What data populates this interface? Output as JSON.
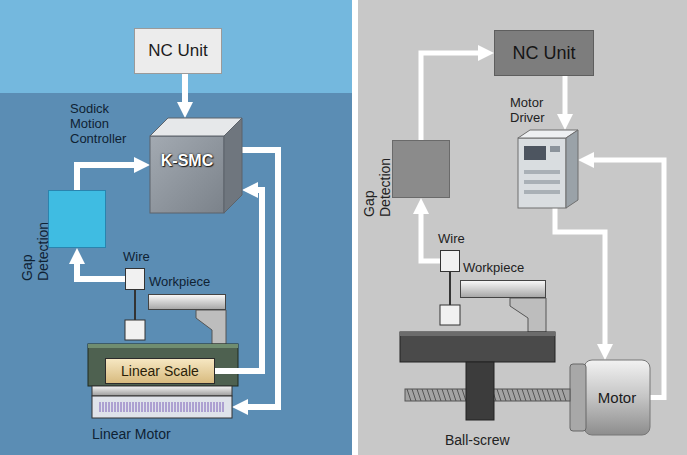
{
  "diagram": {
    "nodes": [
      {
        "text": [
          "NC Unit"
        ]
      },
      {
        "text": [
          "Sodick Motion Controller",
          "K-SMC"
        ]
      },
      {
        "text": [
          "Gap Detection"
        ]
      },
      {
        "text": [
          "Wire"
        ]
      },
      {
        "text": [
          "Workpiece"
        ]
      },
      {
        "text": [
          "Linear Scale"
        ]
      },
      {
        "text": [
          "Linear Motor"
        ]
      },
      {
        "text": [
          "NC Unit"
        ]
      },
      {
        "text": [
          "Motor Driver"
        ]
      },
      {
        "text": [
          "Gap Detection"
        ]
      },
      {
        "text": [
          "Wire"
        ]
      },
      {
        "text": [
          "Workpiece"
        ]
      },
      {
        "text": [
          "Motor"
        ]
      },
      {
        "text": [
          "Ball-screw"
        ]
      }
    ],
    "edges": [
      {
        "from": 0,
        "to": 1,
        "arrow": "to"
      },
      {
        "from": 2,
        "to": 1,
        "arrow": "to"
      },
      {
        "from": 3,
        "to": 2,
        "arrow": "to"
      },
      {
        "from": 5,
        "to": 1,
        "arrow": "to"
      },
      {
        "from": 1,
        "to": 6,
        "arrow": "to"
      },
      {
        "from": 9,
        "to": 7,
        "arrow": "to"
      },
      {
        "from": 7,
        "to": 8,
        "arrow": "to"
      },
      {
        "from": 8,
        "to": 12,
        "arrow": "to"
      },
      {
        "from": 12,
        "to": 8,
        "arrow": "to"
      },
      {
        "from": 10,
        "to": 9,
        "arrow": "to"
      }
    ]
  }
}
